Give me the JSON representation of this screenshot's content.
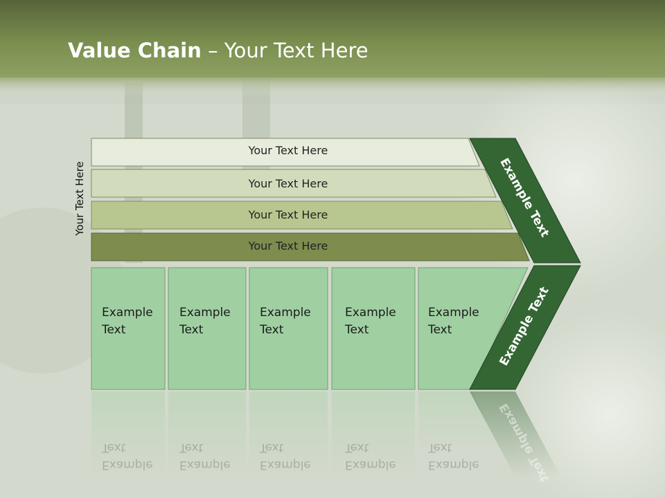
{
  "slide": {
    "title_bold": "Value Chain",
    "title_rest": " – Your Text Here",
    "side_label": "Your Text Here"
  },
  "rows": [
    {
      "label": "Your Text Here",
      "color": "#e7ecdc"
    },
    {
      "label": "Your Text Here",
      "color": "#d2dcbc"
    },
    {
      "label": "Your Text Here",
      "color": "#b8c78f"
    },
    {
      "label": "Your Text Here",
      "color": "#7e8c4e"
    }
  ],
  "cells": [
    {
      "line1": "Example",
      "line2": "Text"
    },
    {
      "line1": "Example",
      "line2": "Text"
    },
    {
      "line1": "Example",
      "line2": "Text"
    },
    {
      "line1": "Example",
      "line2": "Text"
    },
    {
      "line1": "Example",
      "line2": "Text"
    }
  ],
  "arrow": {
    "top_label": "Example Text",
    "bottom_label": "Example Text",
    "color": "#336633"
  },
  "colors": {
    "header_band": "#7a8f4e",
    "cell_fill": "#a0d0a2",
    "background": "#cfd5c8"
  }
}
